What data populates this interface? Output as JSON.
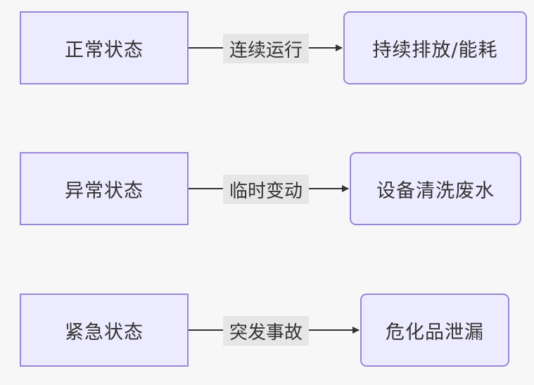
{
  "flows": [
    {
      "from": "正常状态",
      "label": "连续运行",
      "to": "持续排放/能耗"
    },
    {
      "from": "异常状态",
      "label": "临时变动",
      "to": "设备清洗废水"
    },
    {
      "from": "紧急状态",
      "label": "突发事故",
      "to": "危化品泄漏"
    }
  ],
  "colors": {
    "node_fill": "#ecebff",
    "node_border": "#9b86d6",
    "edge_label_bg": "#e6e6e6",
    "edge_line": "#333333",
    "background": "#f7f7f8"
  }
}
